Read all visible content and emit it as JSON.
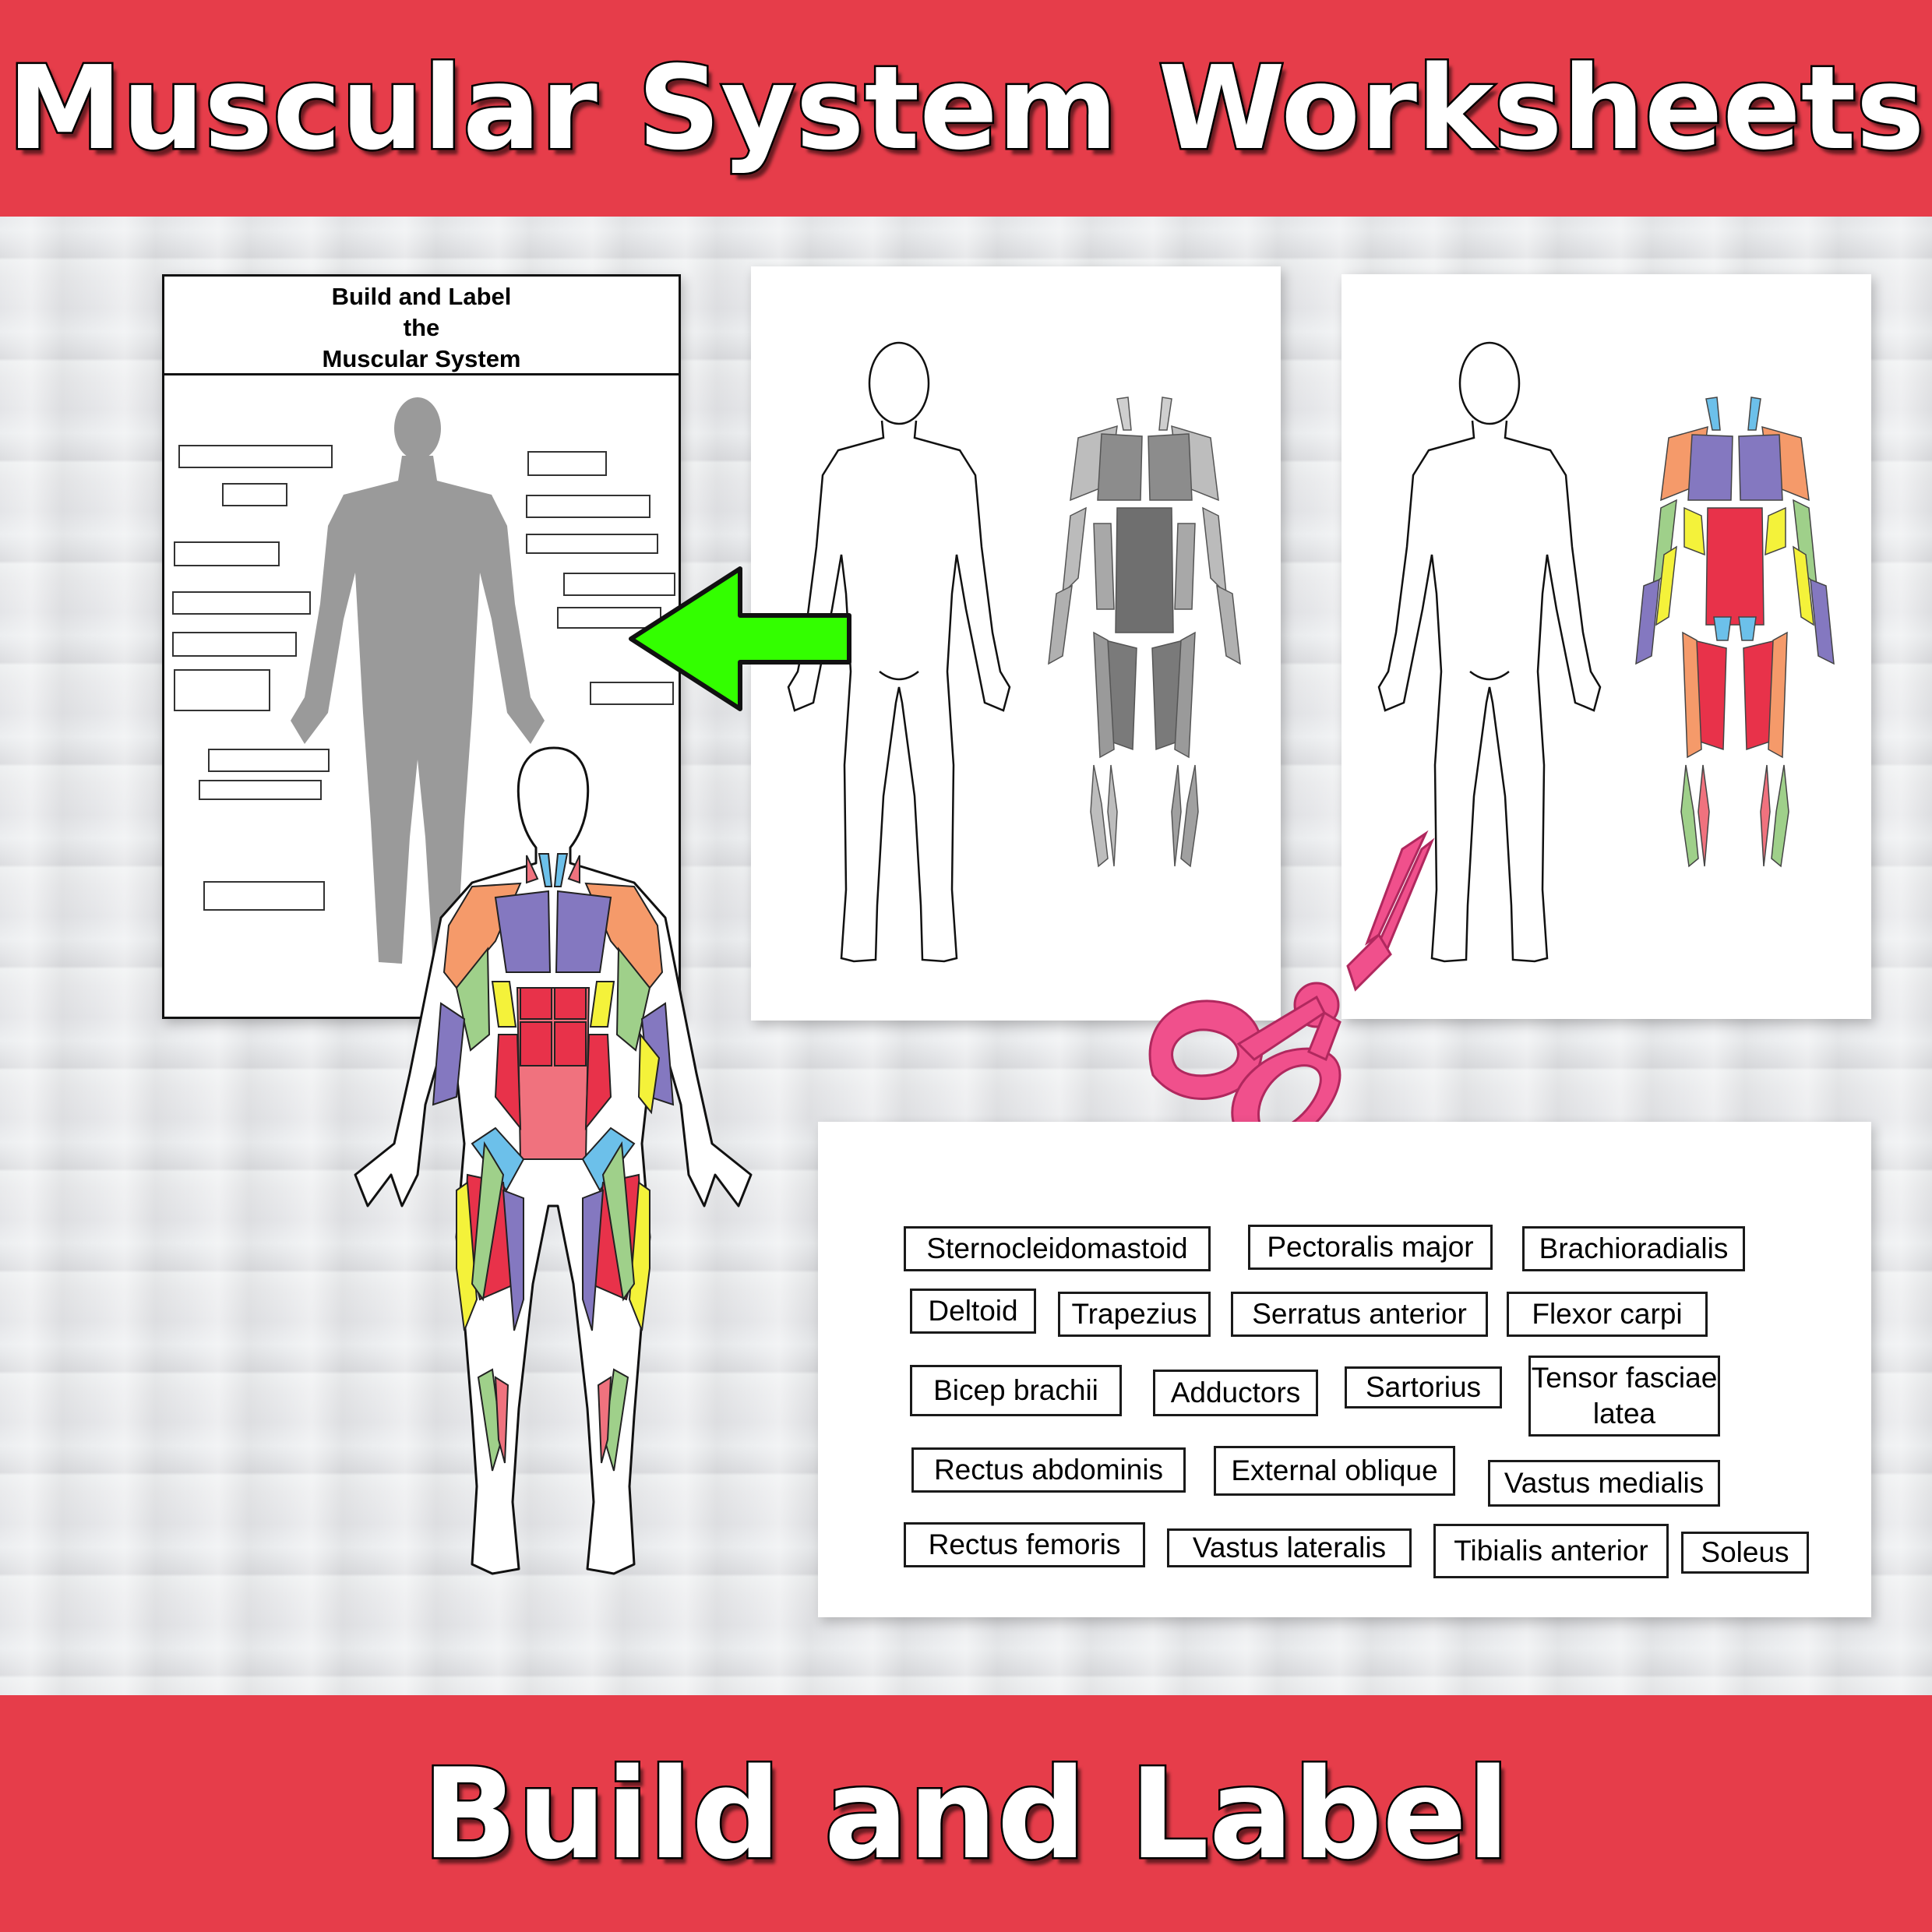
{
  "banner_top": {
    "title": "Muscular System Worksheets"
  },
  "banner_bottom": {
    "title": "Build and Label"
  },
  "worksheet": {
    "title_line1": "Build and Label",
    "title_line2": "the",
    "title_line3": "Muscular System"
  },
  "cutout_labels": [
    "Sternocleidomastoid",
    "Pectoralis major",
    "Brachioradialis",
    "Deltoid",
    "Trapezius",
    "Serratus anterior",
    "Flexor carpi",
    "Bicep brachii",
    "Adductors",
    "Sartorius",
    "Tensor fasciae latea",
    "Rectus abdominis",
    "External oblique",
    "Vastus medialis",
    "Rectus femoris",
    "Vastus lateralis",
    "Tibialis anterior",
    "Soleus"
  ],
  "colors": {
    "banner": "#e63d4a",
    "arrow": "#33ff00",
    "scissors": "#f0508c",
    "muscle_purple": "#8478c0",
    "muscle_orange": "#f59a6a",
    "muscle_green": "#9fd08a",
    "muscle_yellow": "#f4f23a",
    "muscle_red": "#e8324a",
    "muscle_pink": "#f0727e",
    "muscle_blue": "#6cc0ea"
  },
  "icons": [
    "arrow-left-icon",
    "scissors-icon"
  ]
}
